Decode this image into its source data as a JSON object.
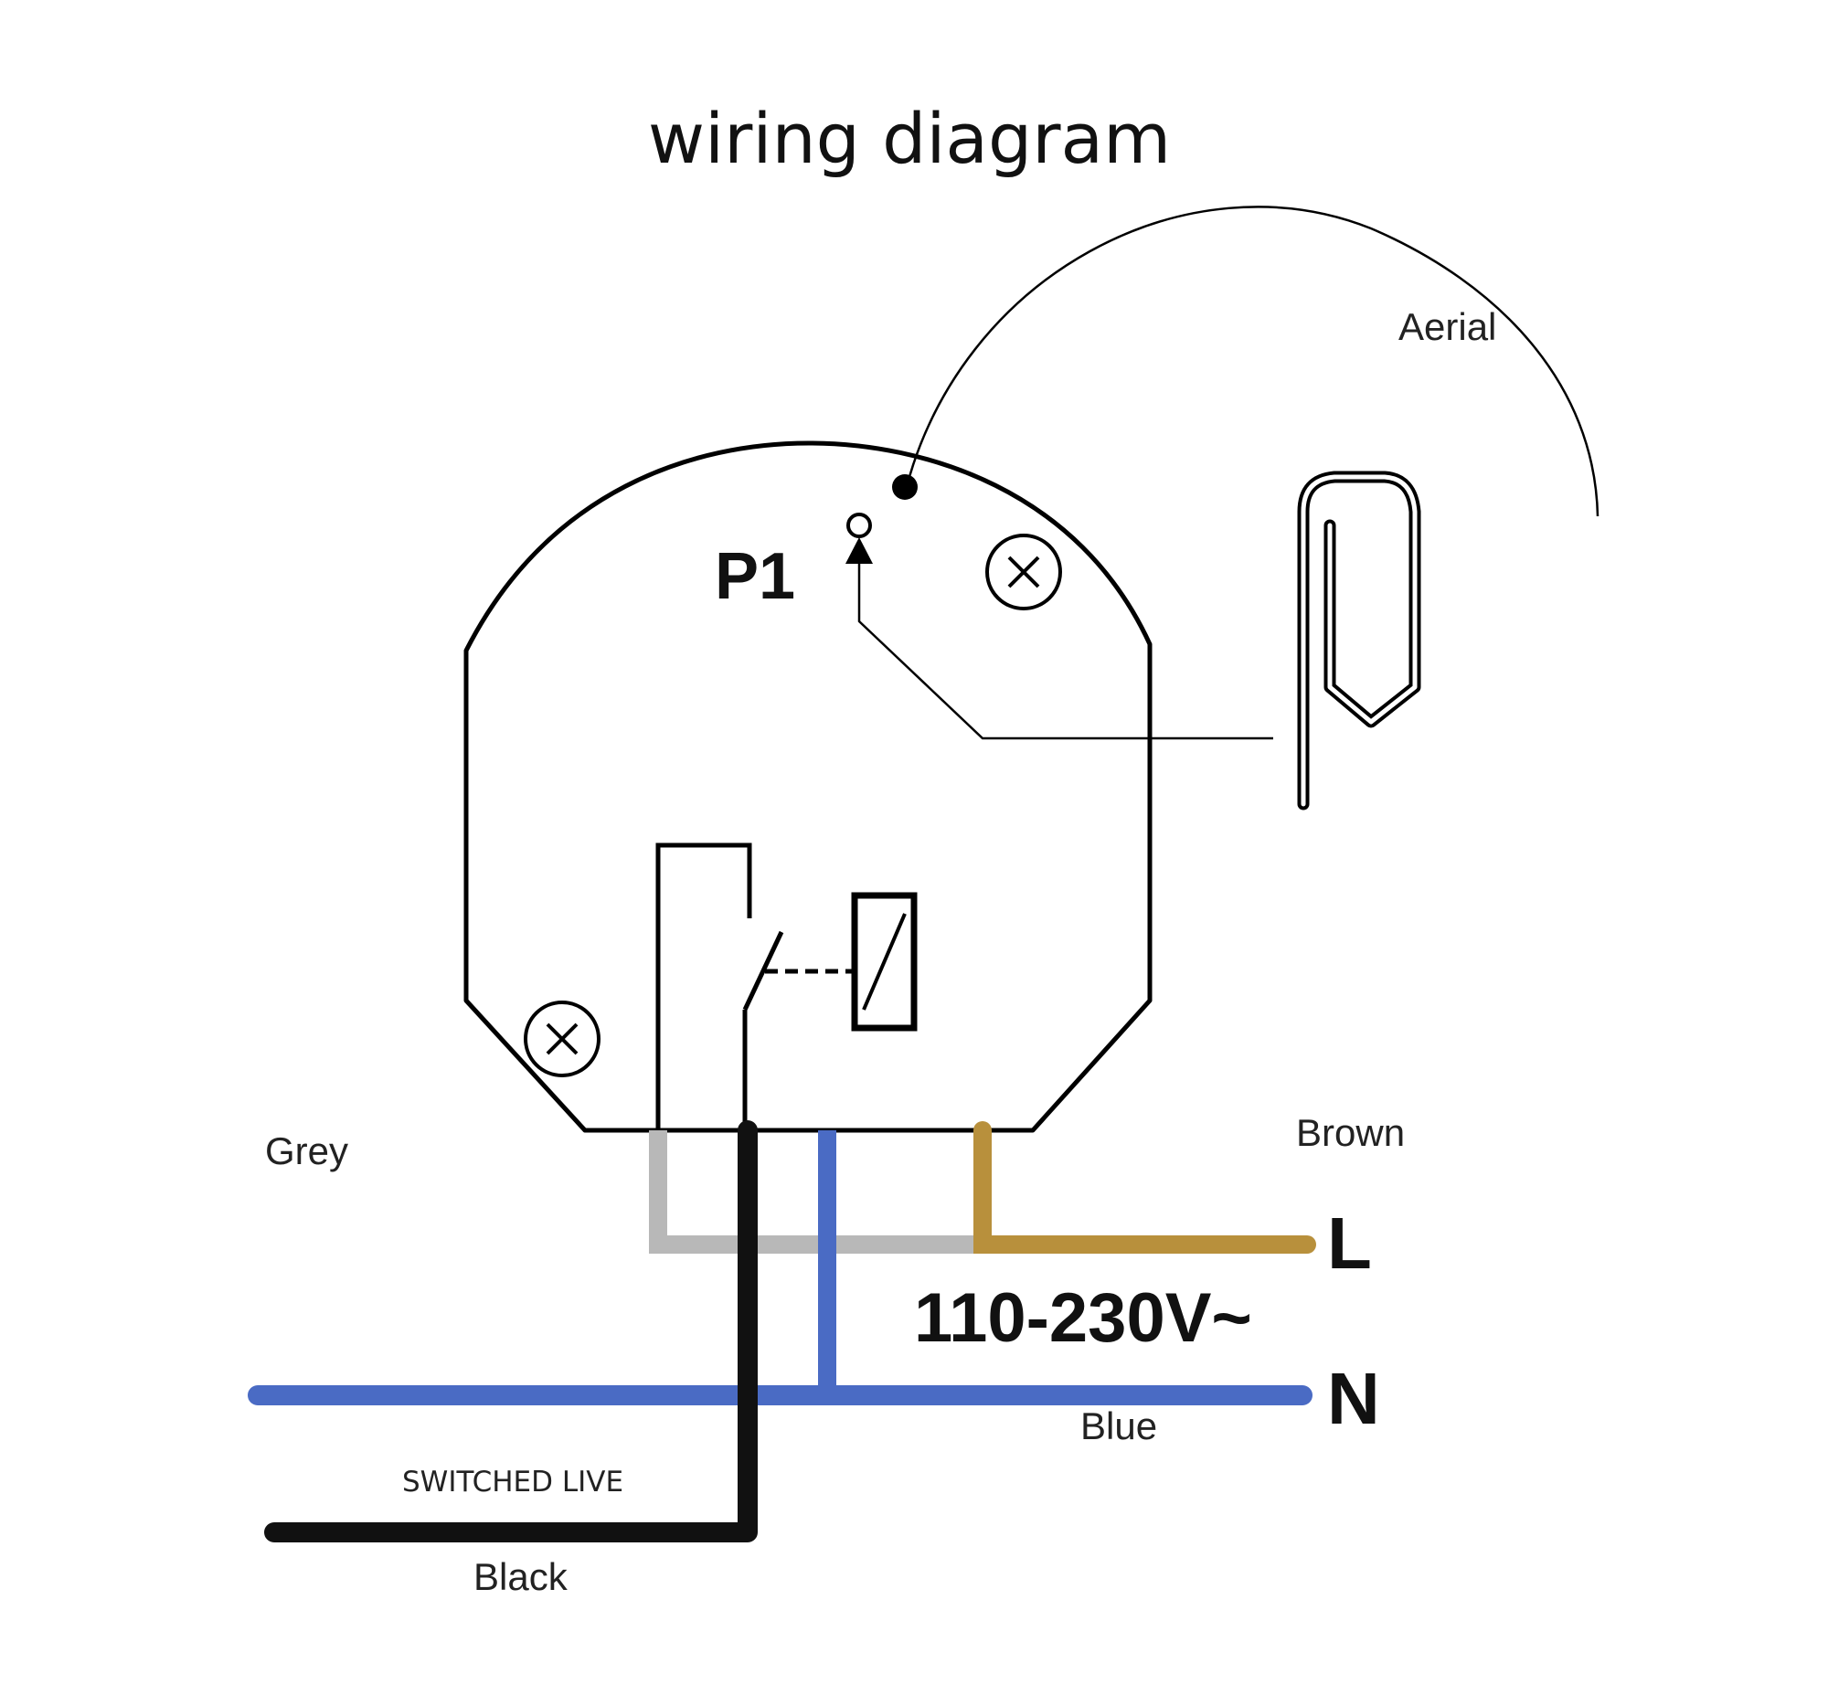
{
  "title": "wiring diagram",
  "labels": {
    "aerial": "Aerial",
    "p1": "P1",
    "grey": "Grey",
    "brown": "Brown",
    "live_terminal": "L",
    "voltage": "110-230V~",
    "neutral_terminal": "N",
    "blue": "Blue",
    "switched_live": "SWITCHED LIVE",
    "black": "Black"
  },
  "colors": {
    "grey_wire": "#b8b8b8",
    "black_wire": "#111111",
    "blue_wire": "#4a6bc4",
    "brown_wire": "#b8903c",
    "outline": "#000000"
  }
}
